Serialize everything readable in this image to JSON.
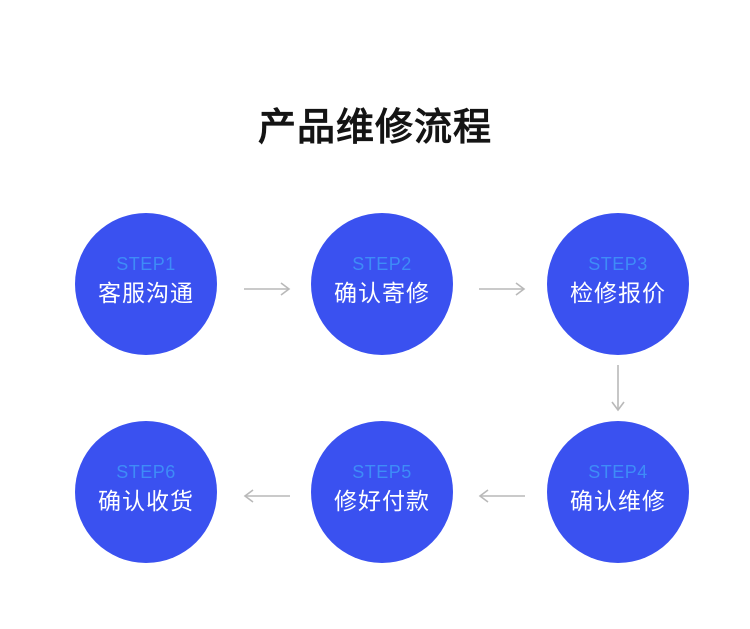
{
  "title": "产品维修流程",
  "colors": {
    "circle_fill": "#3a51f0",
    "step_label": "#3e8cf7",
    "step_name": "#ffffff",
    "arrow": "#b9b9b9",
    "title": "#141414"
  },
  "steps": [
    {
      "label": "STEP1",
      "name": "客服沟通"
    },
    {
      "label": "STEP2",
      "name": "确认寄修"
    },
    {
      "label": "STEP3",
      "name": "检修报价"
    },
    {
      "label": "STEP4",
      "name": "确认维修"
    },
    {
      "label": "STEP5",
      "name": "修好付款"
    },
    {
      "label": "STEP6",
      "name": "确认收货"
    }
  ],
  "arrows": [
    {
      "from": "STEP1",
      "to": "STEP2",
      "direction": "right"
    },
    {
      "from": "STEP2",
      "to": "STEP3",
      "direction": "right"
    },
    {
      "from": "STEP3",
      "to": "STEP4",
      "direction": "down"
    },
    {
      "from": "STEP4",
      "to": "STEP5",
      "direction": "left"
    },
    {
      "from": "STEP5",
      "to": "STEP6",
      "direction": "left"
    }
  ]
}
